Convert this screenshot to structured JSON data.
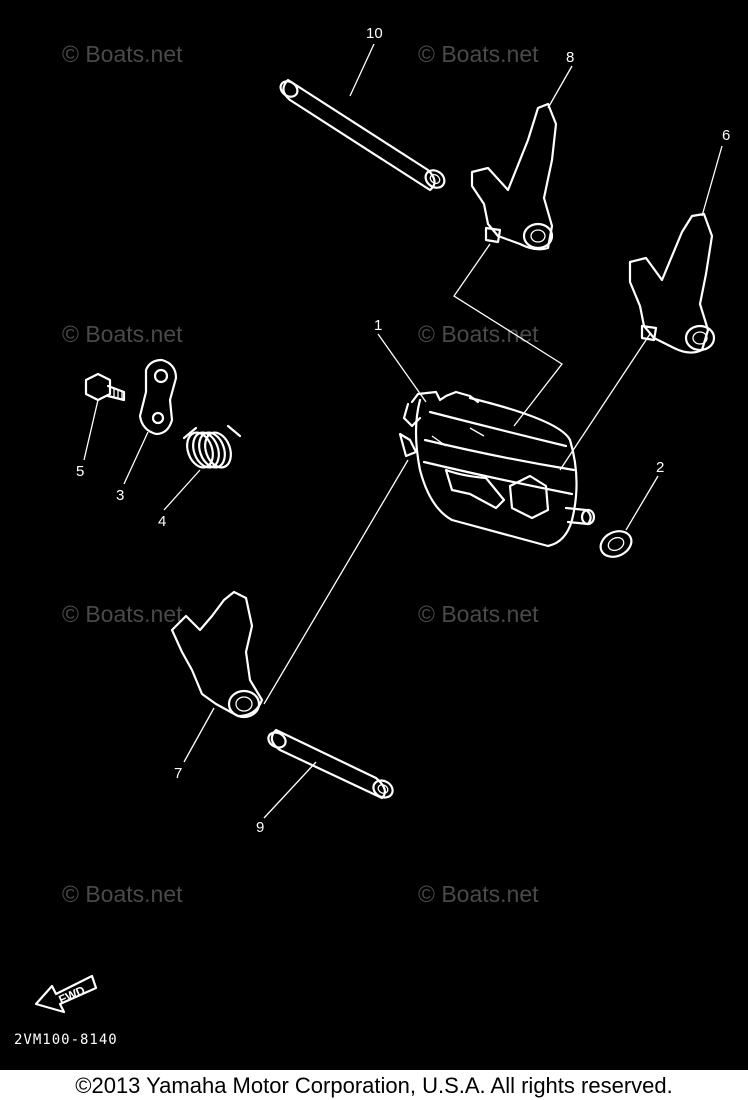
{
  "watermark": "© Boats.net",
  "diagram_code": "2VM100-8140",
  "fwd_label": "FWD",
  "copyright": "©2013 Yamaha Motor Corporation, U.S.A. All rights reserved.",
  "callouts": {
    "c1": "1",
    "c2": "2",
    "c3": "3",
    "c4": "4",
    "c5": "5",
    "c6": "6",
    "c7": "7",
    "c8": "8",
    "c9": "9",
    "c10": "10"
  },
  "colors": {
    "background": "#000000",
    "lines": "#ffffff",
    "watermark": "#4a4a4a"
  }
}
